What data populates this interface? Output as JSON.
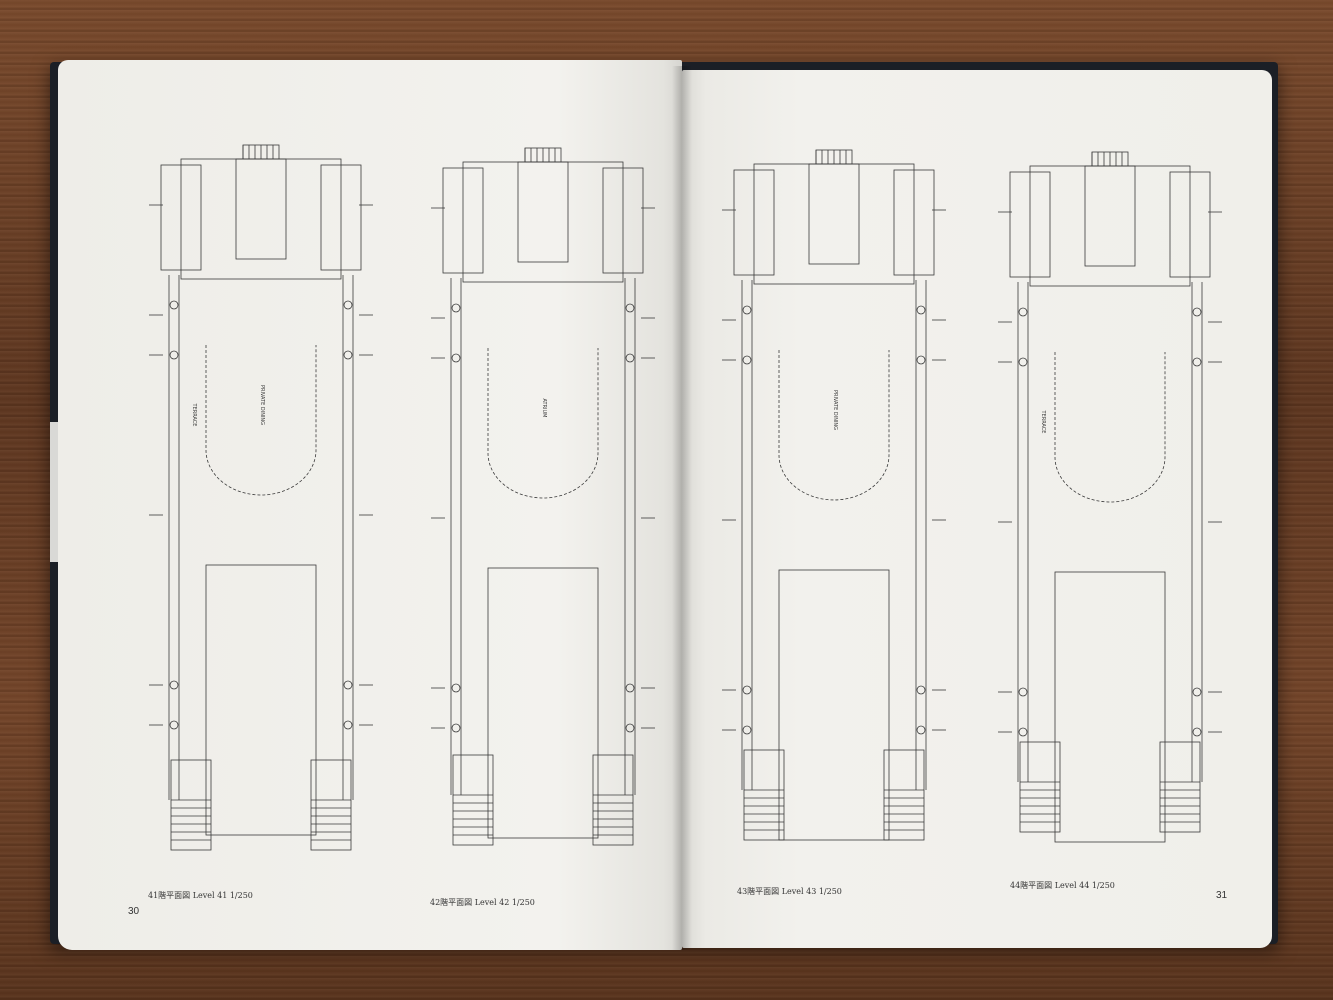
{
  "spread": {
    "left_page_number": "30",
    "right_page_number": "31"
  },
  "plans": [
    {
      "caption": "41階平面図 Level 41 1/250",
      "space_label": "PRIVATE DINING",
      "terrace_label": "TERRACE"
    },
    {
      "caption": "42階平面図 Level 42 1/250",
      "space_label": "ATRIUM",
      "terrace_label": ""
    },
    {
      "caption": "43階平面図 Level 43 1/250",
      "space_label": "PRIVATE DINING",
      "terrace_label": ""
    },
    {
      "caption": "44階平面図 Level 44 1/250",
      "space_label": "",
      "terrace_label": "TERRACE"
    }
  ],
  "colors": {
    "paper": "#f1f0ec",
    "line": "#3a3a3a",
    "cover": "#1b1f26"
  }
}
